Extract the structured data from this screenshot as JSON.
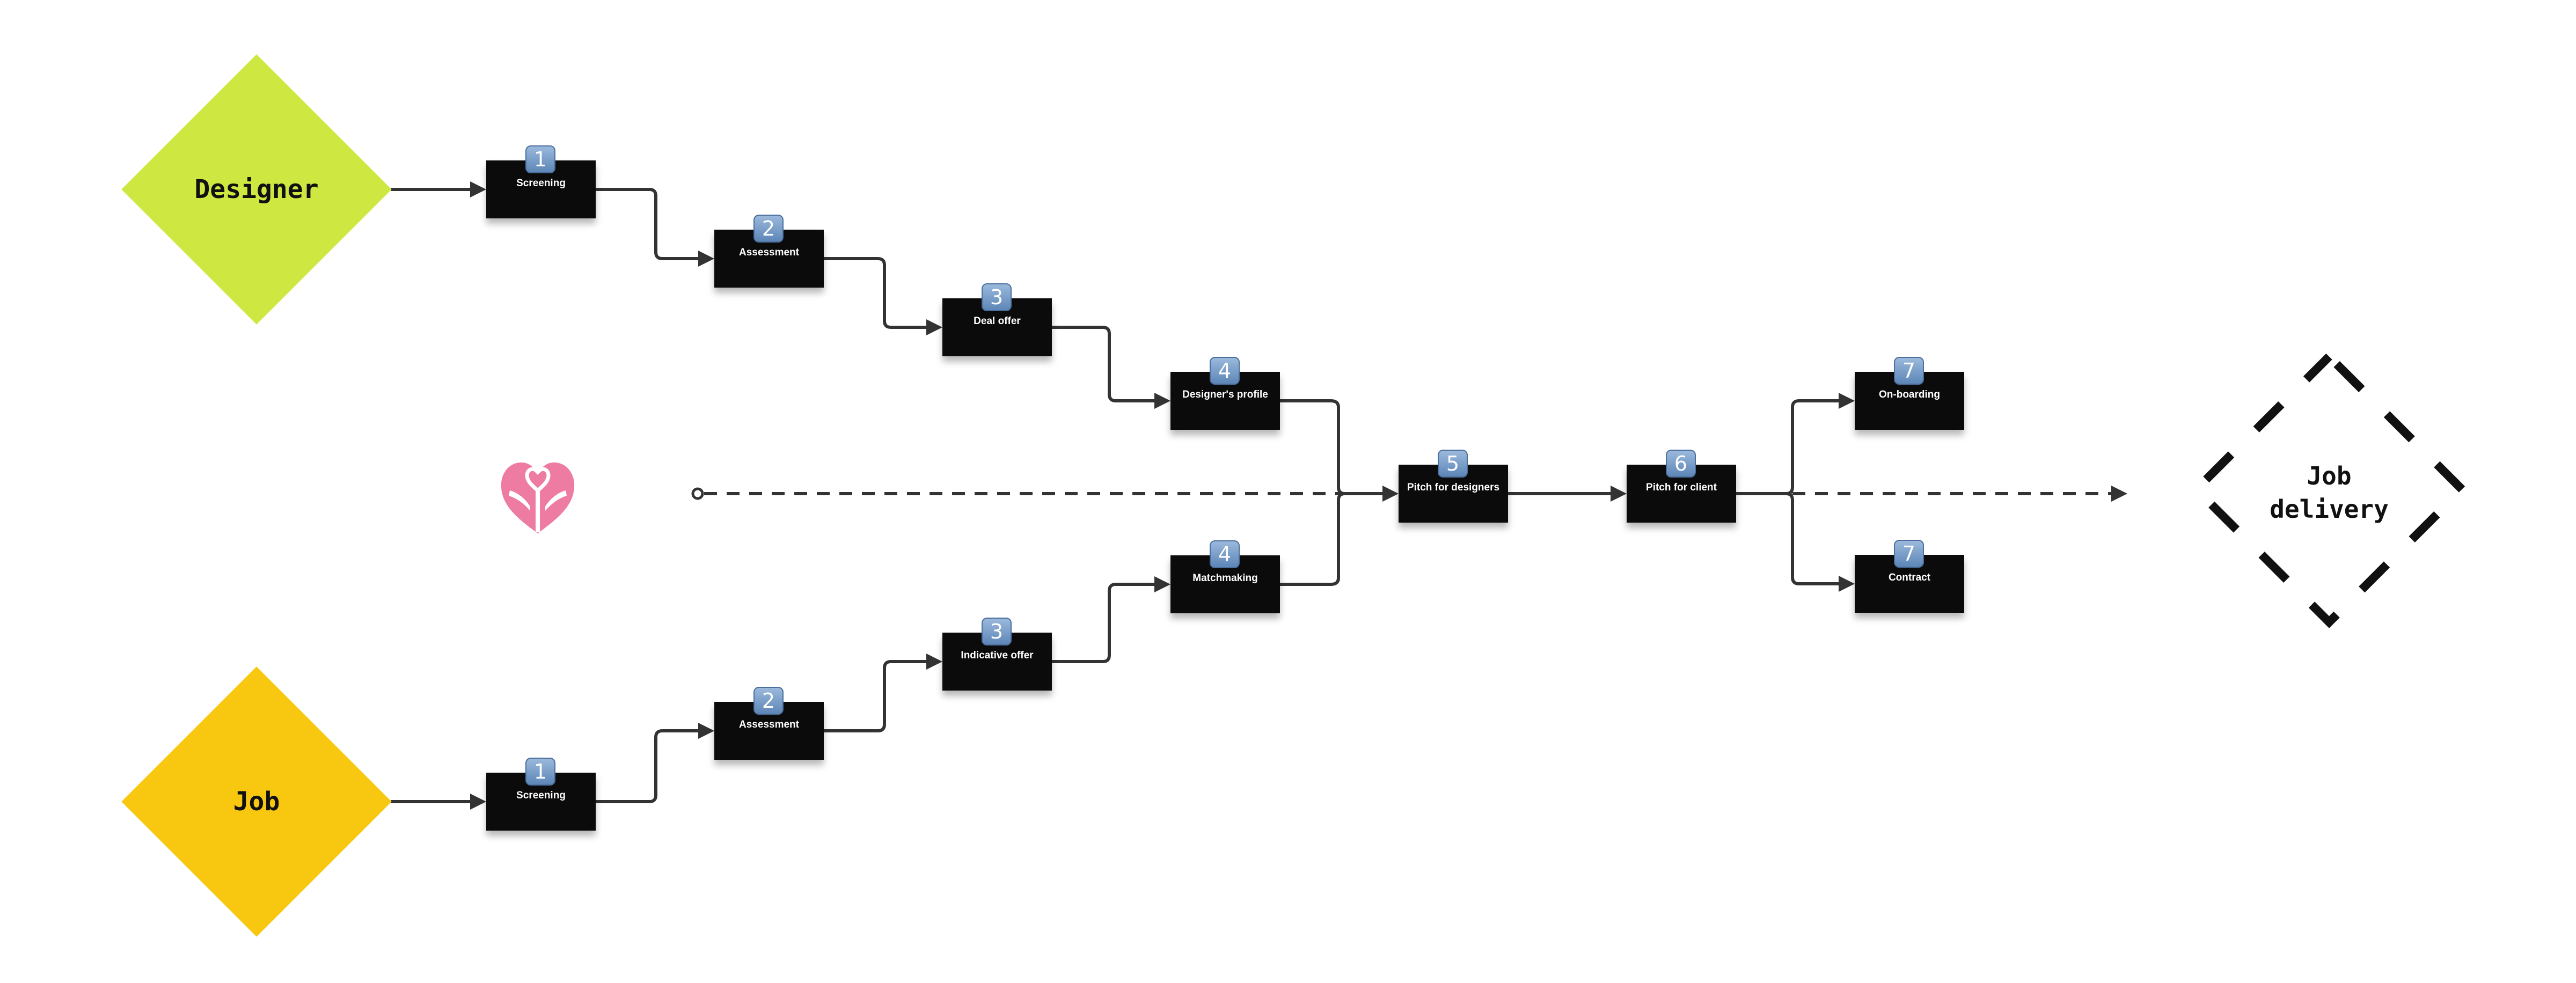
{
  "colors": {
    "designer_diamond": "#CEE741",
    "job_diamond": "#F8C811",
    "step_card": "#0B0B0B",
    "badge": "#7A9DC9",
    "connector": "#333333",
    "logo": "#EE7BA1"
  },
  "start_nodes": {
    "designer": "Designer",
    "job": "Job"
  },
  "end_node": {
    "label": "Job\ndelivery"
  },
  "icons": {
    "brand_logo": "heart-hands-logo-icon"
  },
  "designer_track": [
    {
      "number": "1",
      "label": "Screening"
    },
    {
      "number": "2",
      "label": "Assessment"
    },
    {
      "number": "3",
      "label": "Deal offer"
    },
    {
      "number": "4",
      "label": "Designer's profile"
    }
  ],
  "job_track": [
    {
      "number": "1",
      "label": "Screening"
    },
    {
      "number": "2",
      "label": "Assessment"
    },
    {
      "number": "3",
      "label": "Indicative offer"
    },
    {
      "number": "4",
      "label": "Matchmaking"
    }
  ],
  "shared_track": [
    {
      "number": "5",
      "label": "Pitch for designers"
    },
    {
      "number": "6",
      "label": "Pitch for client"
    }
  ],
  "final_steps": [
    {
      "number": "7",
      "label": "On-boarding"
    },
    {
      "number": "7",
      "label": "Contract"
    }
  ]
}
